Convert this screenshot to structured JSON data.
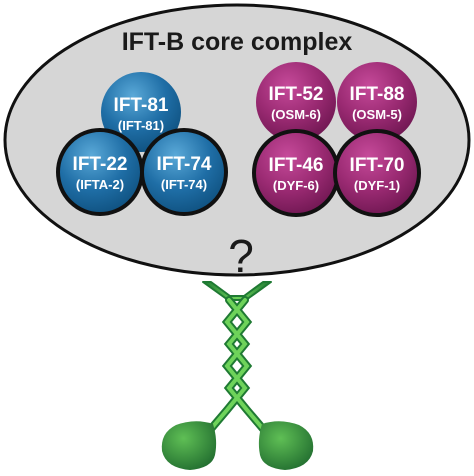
{
  "title": "IFT-B core complex",
  "question_mark": "?",
  "colors": {
    "blob": "#d6d6d6",
    "outline": "#111111",
    "blue_light": "#5aa9d8",
    "blue_dark": "#0e4f7d",
    "magenta_light": "#c64a9a",
    "magenta_dark": "#6d1650",
    "green_light": "#6ed35a",
    "green_dark": "#1f7a33"
  },
  "proteins": {
    "ift81": {
      "main": "IFT-81",
      "sub": "(IFT-81)"
    },
    "ift22": {
      "main": "IFT-22",
      "sub": "(IFTA-2)"
    },
    "ift74": {
      "main": "IFT-74",
      "sub": "(IFT-74)"
    },
    "ift52": {
      "main": "IFT-52",
      "sub": "(OSM-6)"
    },
    "ift88": {
      "main": "IFT-88",
      "sub": "(OSM-5)"
    },
    "ift46": {
      "main": "IFT-46",
      "sub": "(DYF-6)"
    },
    "ift70": {
      "main": "IFT-70",
      "sub": "(DYF-1)"
    }
  }
}
